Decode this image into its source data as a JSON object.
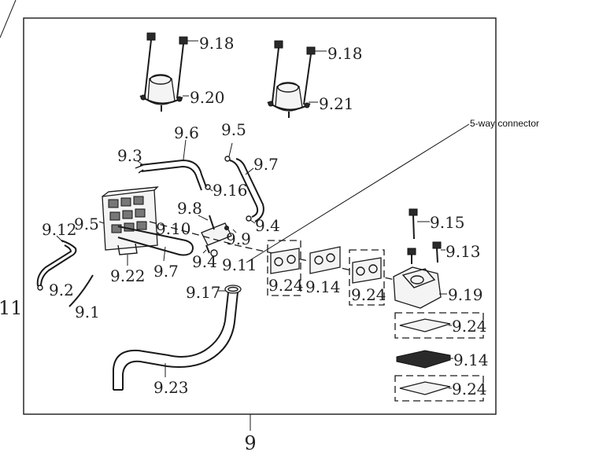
{
  "diagram": {
    "callout_text": "5-way connector",
    "group_number": "9",
    "side_reference": "11",
    "labels": {
      "l918a": "9.18",
      "l918b": "9.18",
      "l920": "9.20",
      "l921": "9.21",
      "l96": "9.6",
      "l95a": "9.5",
      "l93": "9.3",
      "l97a": "9.7",
      "l916": "9.16",
      "l98": "9.8",
      "l912": "9.12",
      "l95b": "9.5",
      "l910": "9.10",
      "l99": "9.9",
      "l94a": "9.4",
      "l94b": "9.4",
      "l911": "9.11",
      "l915": "9.15",
      "l913": "9.13",
      "l922": "9.22",
      "l97b": "9.7",
      "l92": "9.2",
      "l91": "9.1",
      "l924a": "9.24",
      "l914a": "9.14",
      "l924b": "9.24",
      "l919": "9.19",
      "l917": "9.17",
      "l924c": "9.24",
      "l914b": "9.14",
      "l924d": "9.24",
      "l923": "9.23"
    }
  }
}
